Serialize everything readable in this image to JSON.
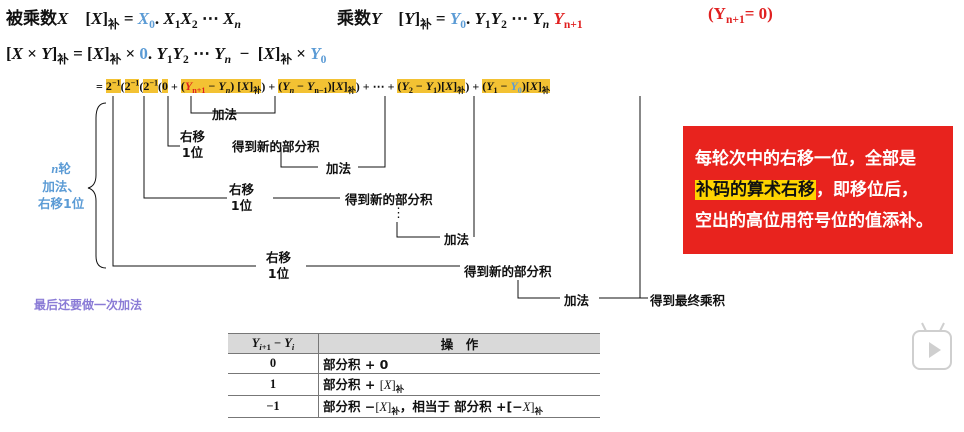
{
  "line1": {
    "multiplicand_label": "被乘数",
    "multiplier_label": "乘数",
    "bu": "补",
    "condition": "(Y",
    "condition_sub": "n+1",
    "condition_end": "= 0)"
  },
  "labels": {
    "add": "加法",
    "shift_right": "右移",
    "one_bit": "1位",
    "new_partial": "得到新的部分积",
    "ellipsis": "⋮",
    "final_product": "得到最终乘积",
    "n_rounds": "轮",
    "n_rounds_2": "加法、",
    "n_rounds_3": "右移1位",
    "last_note": "最后还要做一次加法"
  },
  "redbox": {
    "line1": "每轮次中的右移一位，全部是",
    "line2_highlight": "补码的算术右移",
    "line2_rest": "，即移位后，",
    "line3": "空出的高位用符号位的值添补。"
  },
  "table": {
    "header_op": "操　作",
    "rows": [
      {
        "cond": "0",
        "op": "部分积 + 0"
      },
      {
        "cond": "1",
        "op": "部分积 + "
      },
      {
        "cond": "−1",
        "op": "部分积 −",
        "op2": "，相当于 部分积 +[−"
      }
    ]
  },
  "colors": {
    "accent_blue": "#5b9bd5",
    "red": "#e02020",
    "highlight": "#f3c233",
    "box_red": "#e8231e"
  }
}
